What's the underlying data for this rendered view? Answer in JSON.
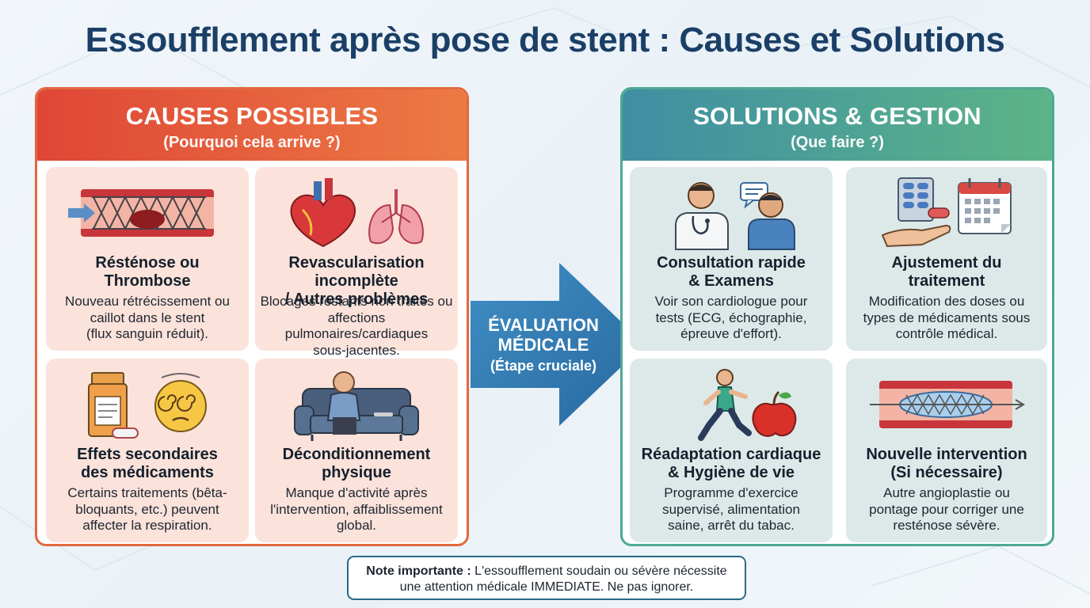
{
  "title": "Essoufflement après pose de stent : Causes et Solutions",
  "causes": {
    "title": "CAUSES POSSIBLES",
    "subtitle": "(Pourquoi cela arrive ?)",
    "cards": [
      {
        "icon": "stent-artery-clot-icon",
        "title_line1": "Résténose ou",
        "title_line2": "Thrombose",
        "desc_line1": "Nouveau rétrécissement ou",
        "desc_line2": "caillot dans le stent",
        "desc_line3": "(flux sanguin réduit)."
      },
      {
        "icon": "heart-lungs-icon",
        "title_line1": "Revascularisation incomplète",
        "title_line2": "/ Autres problèmes",
        "desc_line1": "Blocages restants non traités ou",
        "desc_line2": "affections pulmonaires/cardiaques",
        "desc_line3": "sous-jacentes."
      },
      {
        "icon": "medication-dizzy-icon",
        "title_line1": "Effets secondaires",
        "title_line2": "des médicaments",
        "desc_line1": "Certains traitements (bêta-",
        "desc_line2": "bloquants, etc.) peuvent",
        "desc_line3": "affecter la respiration."
      },
      {
        "icon": "tired-person-sofa-icon",
        "title_line1": "Déconditionnement",
        "title_line2": "physique",
        "desc_line1": "Manque d'activité après",
        "desc_line2": "l'intervention, affaiblissement",
        "desc_line3": "global."
      }
    ]
  },
  "arrow": {
    "line1": "ÉVALUATION",
    "line2": "MÉDICALE",
    "line3": "(Étape cruciale)"
  },
  "solutions": {
    "title": "SOLUTIONS & GESTION",
    "subtitle": "(Que faire ?)",
    "cards": [
      {
        "icon": "doctor-consultation-icon",
        "title_line1": "Consultation rapide",
        "title_line2": "& Examens",
        "desc_line1": "Voir son cardiologue pour",
        "desc_line2": "tests (ECG, échographie,",
        "desc_line3": "épreuve d'effort)."
      },
      {
        "icon": "pills-calendar-icon",
        "title_line1": "Ajustement du",
        "title_line2": "traitement",
        "desc_line1": "Modification des doses ou",
        "desc_line2": "types de médicaments sous",
        "desc_line3": "contrôle médical."
      },
      {
        "icon": "runner-apple-icon",
        "title_line1": "Réadaptation cardiaque",
        "title_line2": "& Hygiène de vie",
        "desc_line1": "Programme d'exercice",
        "desc_line2": "supervisé, alimentation",
        "desc_line3": "saine, arrêt du tabac."
      },
      {
        "icon": "balloon-angioplasty-icon",
        "title_line1": "Nouvelle intervention",
        "title_line2": "(Si nécessaire)",
        "desc_line1": "Autre angioplastie ou",
        "desc_line2": "pontage pour corriger une",
        "desc_line3": "resténose sévère."
      }
    ]
  },
  "note": {
    "label": "Note importante :",
    "text1": " L'essoufflement soudain ou sévère nécessite",
    "text2": "une attention médicale IMMEDIATE. Ne pas ignorer."
  },
  "colors": {
    "title": "#1b3f66",
    "causes_accent": "#e2683f",
    "solutions_accent": "#4ea894",
    "arrow": "#2f7fb5"
  }
}
